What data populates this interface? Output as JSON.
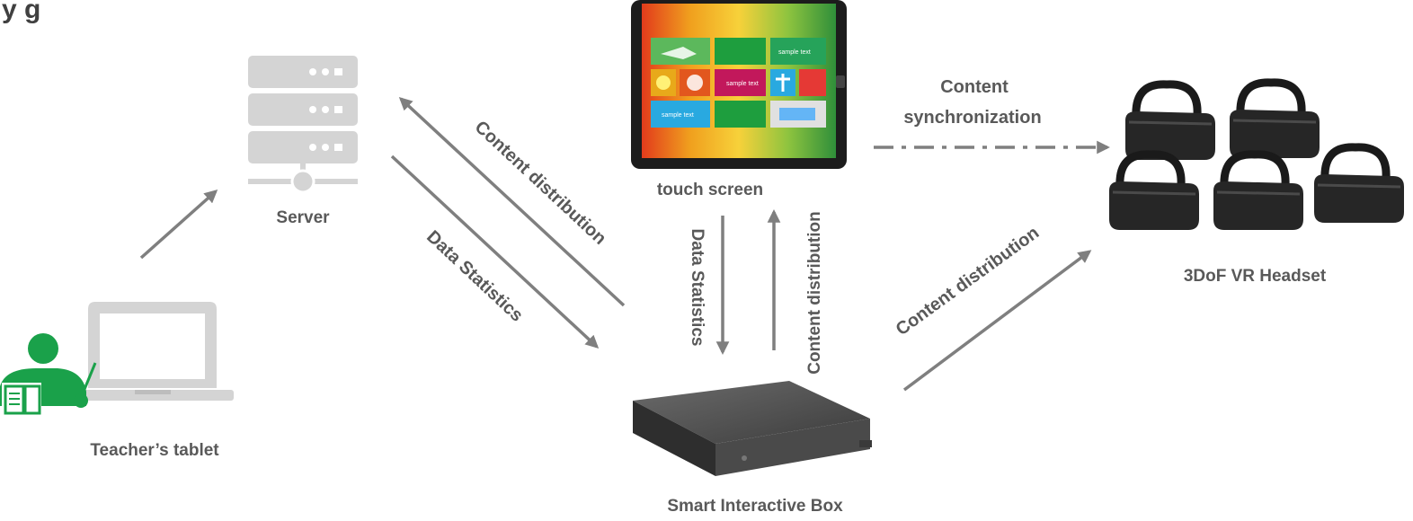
{
  "header": {
    "title_fragment": "y                          g"
  },
  "nodes": {
    "server": {
      "label": "Server"
    },
    "teacher": {
      "label": "Teacher’s tablet"
    },
    "touch_screen": {
      "label": "touch screen"
    },
    "headset": {
      "label": "3DoF VR Headset"
    },
    "box": {
      "label": "Smart Interactive Box"
    }
  },
  "screen_tiles": {
    "sample_1": "sample text",
    "sample_2": "sample text",
    "sample_3": "sample text"
  },
  "edges": {
    "server_to_box": "Content distribution",
    "box_to_server": "Data Statistics",
    "box_to_screen": "Content distribution",
    "screen_to_box": "Data Statistics",
    "screen_to_headset_line1": "Content",
    "screen_to_headset_line2": "synchronization",
    "box_to_headset": "Content distribution"
  },
  "colors": {
    "accent_green": "#1aa14a",
    "arrow_gray": "#7f7f7f",
    "icon_gray": "#d4d4d4",
    "text_gray": "#595959"
  }
}
